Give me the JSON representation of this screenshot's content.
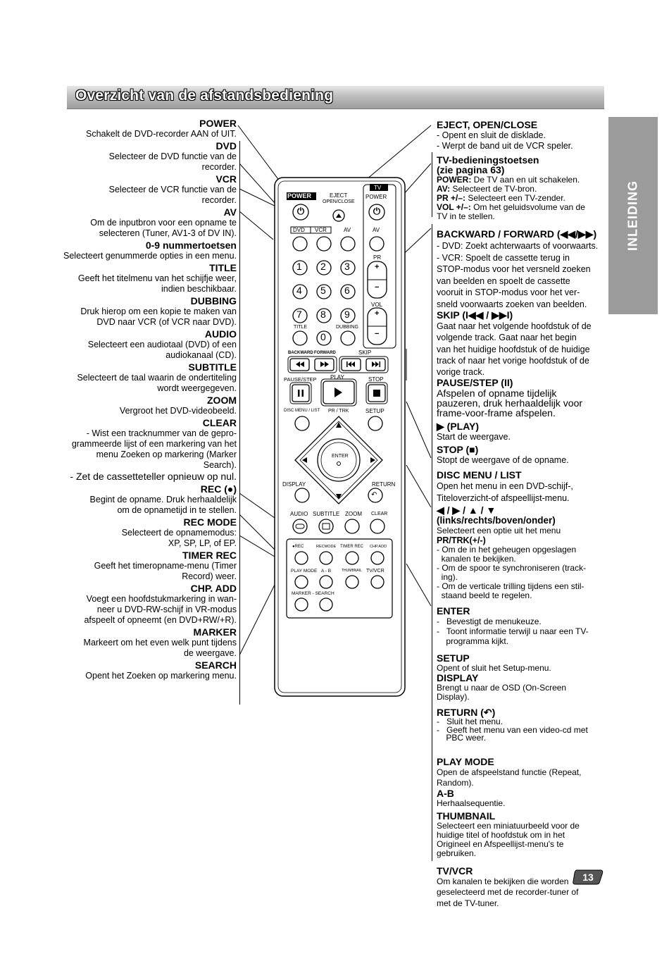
{
  "title": "Overzicht van de afstandsbediening",
  "side_tab": "INLEIDING",
  "page_number": "13",
  "left": [
    {
      "h": "POWER",
      "d": [
        "Schakelt de DVD-recorder AAN of UIT."
      ]
    },
    {
      "h": "DVD",
      "d": [
        "Selecteer de DVD functie van de",
        "recorder."
      ]
    },
    {
      "h": "VCR",
      "d": [
        "Selecteer de VCR functie van de",
        "recorder."
      ]
    },
    {
      "h": "AV",
      "d": [
        "Om de inputbron voor een opname te",
        "selecteren (Tuner, AV1-3 of DV IN)."
      ]
    },
    {
      "h": "0-9 nummertoetsen",
      "d": [
        "Selecteert genummerde opties in een menu."
      ]
    },
    {
      "h": "TITLE",
      "d": [
        "Geeft het titelmenu van het schijfje weer,",
        "indien beschikbaar."
      ]
    },
    {
      "h": "DUBBING",
      "d": [
        "Druk hierop om een kopie te maken van",
        "DVD naar VCR (of VCR naar DVD)."
      ]
    },
    {
      "h": "AUDIO",
      "d": [
        "Selecteert een audiotaal (DVD) of een",
        "audiokanaal (CD)."
      ]
    },
    {
      "h": "SUBTITLE",
      "d": [
        "Selecteert de taal waarin de ondertiteling",
        "wordt weergegeven."
      ]
    },
    {
      "h": "ZOOM",
      "d": [
        "Vergroot het DVD-videobeeld."
      ]
    },
    {
      "h": "CLEAR",
      "d": [
        "- Wist een tracknummer van de gepro-",
        "grammeerde lijst of een markering van het",
        "menu Zoeken op markering (Marker",
        "Search).",
        "- Zet de cassetteteller opnieuw op nul."
      ]
    },
    {
      "h": "REC (●)",
      "d": [
        "Begint de opname. Druk herhaaldelijk",
        "om de opnametijd in te stellen."
      ]
    },
    {
      "h": "REC MODE",
      "d": [
        "Selecteert de opnamemodus:",
        "XP, SP, LP, of EP."
      ]
    },
    {
      "h": "TIMER REC",
      "d": [
        "Geeft het timeropname-menu (Timer",
        "Record) weer."
      ]
    },
    {
      "h": "CHP. ADD",
      "d": [
        "Voegt een hoofdstukmarkering in wan-",
        "neer u DVD-RW-schijf in VR-modus",
        "afspeelt of opneemt (en DVD+RW/+R)."
      ]
    },
    {
      "h": "MARKER",
      "d": [
        "Markeert om het even welk punt tijdens",
        "de weergave."
      ]
    },
    {
      "h": "SEARCH",
      "d": [
        "Opent het Zoeken op markering menu."
      ]
    }
  ],
  "right": {
    "eject_h": "EJECT, OPEN/CLOSE",
    "eject_d": [
      "- Opent en sluit de disklade.",
      "- Werpt de band uit de VCR speler."
    ],
    "tv_h1": "TV-bedieningstoetsen",
    "tv_h2": "(zie pagina 63)",
    "tv_power_k": "POWER:",
    "tv_power_v": " De TV aan en uit schakelen.",
    "tv_av_k": "AV:",
    "tv_av_v": " Selecteert de TV-bron.",
    "tv_pr_k": "PR +/–:",
    "tv_pr_v": " Selecteert een TV-zender.",
    "tv_vol_k": "VOL +/–:",
    "tv_vol_v": " Om het geluidsvolume van de",
    "tv_vol_v2": "TV in te stellen.",
    "bf_h": "BACKWARD / FORWARD (◀◀/▶▶)",
    "bf_d": [
      "- DVD: Zoekt achterwaarts of voorwaarts.",
      "- VCR: Spoelt de cassette terug in",
      "STOP-modus voor het versneld zoeken",
      "van beelden en spoelt de cassette",
      "vooruit in STOP-modus voor het ver-",
      "sneld voorwaarts zoeken van beelden."
    ],
    "skip_h": "SKIP (I◀◀ / ▶▶I)",
    "skip_d": [
      "Gaat naar het volgende hoofdstuk of de",
      "volgende track. Gaat naar het begin",
      "van het huidige hoofdstuk of de huidige",
      "track of naar het vorige hoofdstuk of de",
      "vorige track."
    ],
    "pause_h": "PAUSE/STEP (II)",
    "pause_d": [
      "Afspelen of opname tijdelijk",
      "pauzeren, druk herhaaldelijk voor",
      "frame-voor-frame afspelen."
    ],
    "play_h": "▶ (PLAY)",
    "play_d": [
      "Start de weergave."
    ],
    "stop_h": "STOP (■)",
    "stop_d": [
      "Stopt de weergave of de opname."
    ],
    "disc_h": "DISC MENU / LIST",
    "disc_d": [
      "Open het menu in een DVD-schijf-,",
      "Titeloverzicht-of afspeellijst-menu."
    ],
    "arrows_h1": "◀ / ▶ / ▲ / ▼",
    "arrows_h2": "(links/rechts/boven/onder)",
    "arrows_d": [
      "Selecteert een optie uit het menu"
    ],
    "prtrk_h": "PR/TRK(+/-)",
    "prtrk_d": [
      "- Om de in het geheugen opgeslagen",
      "  kanalen te bekijken.",
      "- Om de spoor te synchroniseren (track-",
      "  ing).",
      "- Om de verticale trilling tijdens een stil-",
      "  staand beeld te regelen."
    ],
    "enter_h": "ENTER",
    "enter_d": [
      "-   Bevestigt de menukeuze.",
      "-   Toont informatie terwijl u naar een TV-",
      "    programma kijkt."
    ],
    "setup_h": "SETUP",
    "setup_d": [
      "Opent of sluit het Setup-menu."
    ],
    "display_h": "DISPLAY",
    "display_d": [
      "Brengt u naar de OSD (On-Screen",
      "Display)."
    ],
    "return_h": "RETURN (↶)",
    "return_d": [
      "-   Sluit het menu.",
      "-   Geeft het menu van een video-cd met",
      "    PBC weer."
    ],
    "playmode_h": "PLAY MODE",
    "playmode_d": [
      "Open de afspeelstand functie (Repeat,",
      "Random)."
    ],
    "ab_h": "A-B",
    "ab_d": [
      "Herhaalsequentie."
    ],
    "thumb_h": "THUMBNAIL",
    "thumb_d": [
      "Selecteert een miniatuurbeeld voor de",
      "huidige titel of hoofdstuk om in het",
      "Origineel en Afspeellijst-menu's te",
      "gebruiken."
    ],
    "tvvcr_h": "TV/VCR",
    "tvvcr_d": [
      "Om kanalen te bekijken die worden",
      "geselecteerd met de recorder-tuner of",
      "met de TV-tuner."
    ]
  },
  "remote": {
    "power": "POWER",
    "eject": "EJECT",
    "openclose": "OPEN/CLOSE",
    "tv": "TV",
    "tvpower": "POWER",
    "dvd": "DVD",
    "vcr": "VCR",
    "av": "AV",
    "av2": "AV",
    "pr": "PR",
    "vol": "VOL",
    "n1": "1",
    "n2": "2",
    "n3": "3",
    "n4": "4",
    "n5": "5",
    "n6": "6",
    "n7": "7",
    "n8": "8",
    "n9": "9",
    "n0": "0",
    "title": "TITLE",
    "dubbing": "DUBBING",
    "backward": "BACKWARD",
    "forward": "FORWARD",
    "skip": "SKIP",
    "pausestep": "PAUSE/STEP",
    "play": "PLAY",
    "stop": "STOP",
    "discmenu": "DISC MENU / LIST",
    "prtrk": "PR / TRK",
    "setup": "SETUP",
    "enter": "ENTER",
    "display": "DISPLAY",
    "return": "RETURN",
    "audio": "AUDIO",
    "subtitle": "SUBTITLE",
    "zoom": "ZOOM",
    "clear": "CLEAR",
    "rec": "●REC",
    "recmode": "RECMODE",
    "timerrec": "TIMER REC",
    "chpadd": "CHP.ADD",
    "playmode": "PLAY MODE",
    "ab": "A - B",
    "thumbnail": "THUMBNAIL",
    "tvvcr": "TV/VCR",
    "markersearch": "MARKER - SEARCH"
  }
}
